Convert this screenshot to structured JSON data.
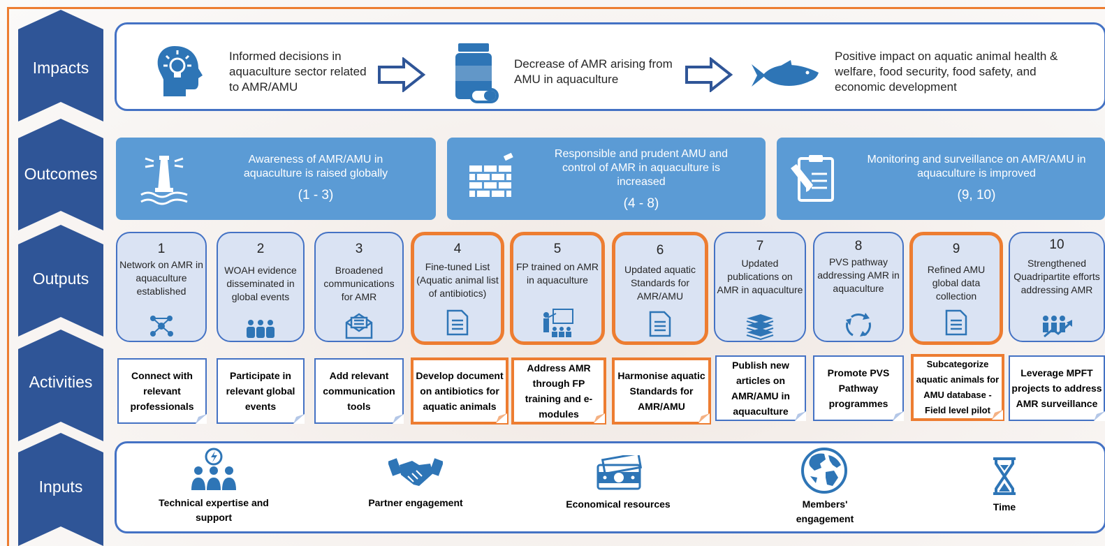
{
  "rows": {
    "impacts": "Impacts",
    "outcomes": "Outcomes",
    "outputs": "Outputs",
    "activities": "Activities",
    "inputs": "Inputs"
  },
  "impacts": [
    {
      "icon": "head-lightbulb-icon",
      "text": "Informed decisions in aquaculture sector related to AMR/AMU"
    },
    {
      "icon": "medicine-bottle-icon",
      "text": "Decrease of AMR arising from AMU in aquaculture"
    },
    {
      "icon": "fish-icon",
      "text": "Positive impact on aquatic animal health & welfare, food security, food safety, and economic development"
    }
  ],
  "outcomes": [
    {
      "icon": "lighthouse-icon",
      "text": "Awareness of AMR/AMU in aquaculture is raised globally",
      "range": "(1 - 3)"
    },
    {
      "icon": "brick-wall-icon",
      "text": "Responsible and prudent AMU and control of AMR in aquaculture is increased",
      "range": "(4 - 8)"
    },
    {
      "icon": "clipboard-icon",
      "text": "Monitoring and surveillance on AMR/AMU in aquaculture is improved",
      "range": "(9, 10)"
    }
  ],
  "outputs": [
    {
      "num": "1",
      "label": "Network on AMR in aquaculture established",
      "icon": "network-icon",
      "highlighted": false
    },
    {
      "num": "2",
      "label": "WOAH evidence disseminated in global events",
      "icon": "audience-icon",
      "highlighted": false
    },
    {
      "num": "3",
      "label": "Broadened communications for AMR",
      "icon": "envelope-icon",
      "highlighted": false
    },
    {
      "num": "4",
      "label": "Fine-tuned List (Aquatic animal list of antibiotics)",
      "icon": "document-icon",
      "highlighted": true
    },
    {
      "num": "5",
      "label": "FP trained on AMR in aquaculture",
      "icon": "presentation-icon",
      "highlighted": true
    },
    {
      "num": "6",
      "label": "Updated aquatic Standards for AMR/AMU",
      "icon": "document-icon",
      "highlighted": true
    },
    {
      "num": "7",
      "label": "Updated publications on AMR in aquaculture",
      "icon": "books-icon",
      "highlighted": false
    },
    {
      "num": "8",
      "label": "PVS pathway addressing AMR in aquaculture",
      "icon": "cycle-icon",
      "highlighted": false
    },
    {
      "num": "9",
      "label": "Refined AMU global data collection",
      "icon": "document-icon",
      "highlighted": true
    },
    {
      "num": "10",
      "label": "Strengthened Quadripartite efforts addressing AMR",
      "icon": "team-growth-icon",
      "highlighted": false
    }
  ],
  "activities": [
    {
      "text": "Connect with relevant professionals",
      "highlighted": false
    },
    {
      "text": "Participate in relevant global events",
      "highlighted": false
    },
    {
      "text": "Add relevant communication tools",
      "highlighted": false
    },
    {
      "text": "Develop document on antibiotics for aquatic animals",
      "highlighted": true
    },
    {
      "text": "Address AMR through FP training and e-modules",
      "highlighted": true
    },
    {
      "text": "Harmonise aquatic Standards for AMR/AMU",
      "highlighted": true
    },
    {
      "text": "Publish new articles on AMR/AMU in aquaculture",
      "highlighted": false
    },
    {
      "text": "Promote PVS Pathway programmes",
      "highlighted": false
    },
    {
      "text": "Subcategorize aquatic animals for AMU database - Field level pilot",
      "highlighted": true
    },
    {
      "text": "Leverage MPFT projects to address AMR surveillance",
      "highlighted": false
    }
  ],
  "inputs": [
    {
      "icon": "expert-team-icon",
      "text": "Technical expertise and support"
    },
    {
      "icon": "handshake-icon",
      "text": "Partner engagement"
    },
    {
      "icon": "money-icon",
      "text": "Economical resources"
    },
    {
      "icon": "globe-icon",
      "text": "Members' engagement"
    },
    {
      "icon": "hourglass-icon",
      "text": "Time"
    }
  ],
  "colors": {
    "chevron": "#2f5597",
    "outcome_fill": "#5b9bd5",
    "output_fill": "#dae3f3",
    "outline_blue": "#4472c4",
    "highlight_orange": "#ed7d31",
    "icon_blue": "#2e75b6"
  }
}
